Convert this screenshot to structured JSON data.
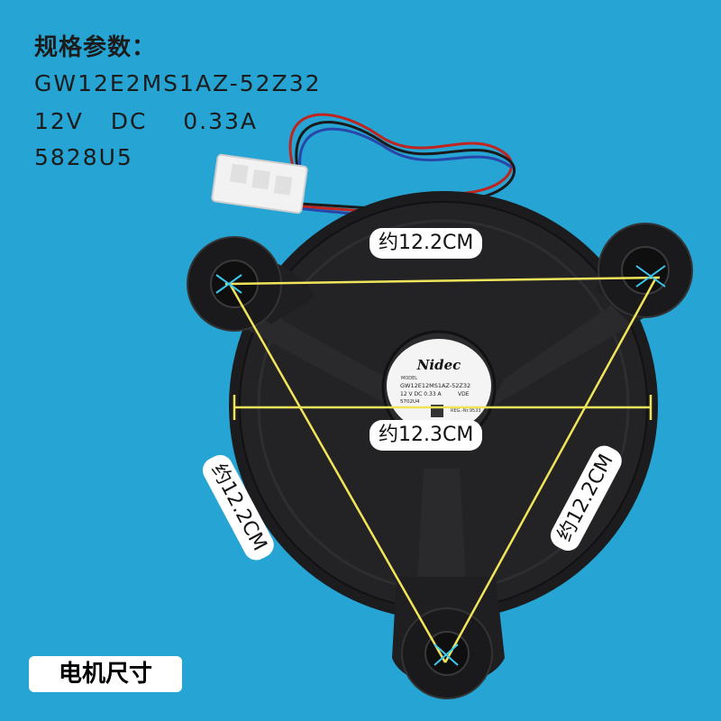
{
  "specs": {
    "title": "规格参数：",
    "model": "GW12E2MS1AZ-52Z32",
    "rating": "12V   DC    0.33A",
    "code": "5828U5"
  },
  "label": {
    "brand": "Nidec",
    "model_caption": "MODEL",
    "model": "GW12E12MS1AZ-52Z32",
    "rating": "12 V  DC  0.33 A",
    "code": "5702U4",
    "cert": "VDE",
    "reg": "REG.-Nr.9533"
  },
  "dimensions": {
    "top": "约12.2CM",
    "middle": "约12.3CM",
    "left": "约12.2CM",
    "right": "约12.2CM"
  },
  "caption": "电机尺寸",
  "colors": {
    "background": "#26a4d4",
    "measure_line": "#f0e55a",
    "fan_body": "#1c1c1e"
  }
}
